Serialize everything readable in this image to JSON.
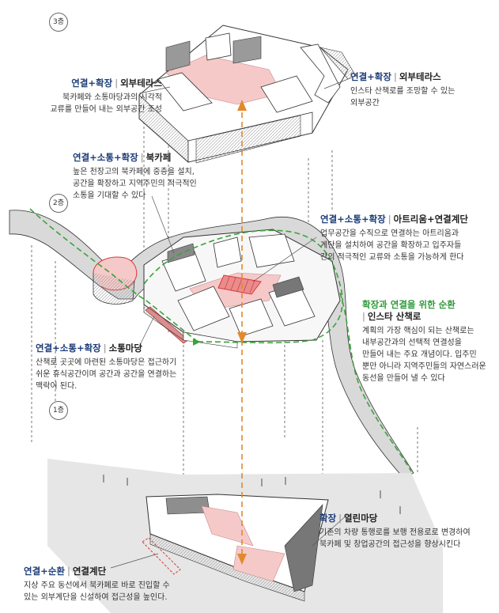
{
  "floors": {
    "f3": "3층",
    "f2": "2층",
    "f1": "1층"
  },
  "annotations": {
    "terrace_left": {
      "tag": "연결+확장",
      "sep": "|",
      "title": "외부테라스",
      "lines": [
        "북카페와 소통마당과의 시각적",
        "교류를 만들어 내는 외부공간 조성"
      ]
    },
    "terrace_right": {
      "tag": "연결+확장",
      "sep": "|",
      "title": "외부테라스",
      "lines": [
        "인스타 산책로를 조망할 수 있는",
        "외부공간"
      ]
    },
    "book_cafe": {
      "tag": "연결+소통+확장",
      "sep": "|",
      "title": "북카페",
      "lines": [
        "높은 천장고의 북카페에 중층을 설치,",
        "공간을 확장하고 지역주민의 적극적인",
        "소통을 기대할 수 있다"
      ]
    },
    "atrium": {
      "tag": "연결+소통+확장",
      "sep": "|",
      "title": "아트리움+연결계단",
      "lines": [
        "업무공간을 수직으로 연결하는 아트리움과",
        "계단을 설치하여 공간을 확장하고 입주자들",
        "간의 적극적인 교류와 소통을 가능하게 한다"
      ]
    },
    "insta_walk": {
      "tag": "확장과 연결을 위한 순환",
      "sep": "|",
      "title": "인스타 산책로",
      "lines": [
        "계획의 가장 핵심이 되는 산책로는",
        "내부공간과의 선택적 연결성을",
        "만들어 내는 주요 개념이다. 입주민",
        "뿐만 아니라 지역주민들의 자연스러운",
        "동선을 만들어 낼 수 있다"
      ]
    },
    "madang": {
      "tag": "연결+소통+확장",
      "sep": "|",
      "title": "소통마당",
      "lines": [
        "산책로 곳곳에 마련된 소통마당은 접근하기",
        "쉬운 휴식공간이며 공간과 공간을 연결하는",
        "맥락이 된다."
      ]
    },
    "open_madang": {
      "tag": "확장",
      "sep": "|",
      "title": "열린마당",
      "lines": [
        "기존의 차량 통행로를 보행 전용로로 변경하여",
        "북카페 및 창업공간의 접근성을 향상시킨다"
      ]
    },
    "stair": {
      "tag": "연결+순환",
      "sep": "|",
      "title": "연결계단",
      "lines": [
        "지상 주요 동선에서 북카페로 바로 진입할 수",
        "있는 외부계단을 신설하여 접근성을 높인다."
      ]
    }
  },
  "colors": {
    "tag_blue": "#1f3f7a",
    "tag_green": "#2e9a3a",
    "path_green": "#3aa33a",
    "axis_orange": "#e08a2c",
    "highlight_pink": "#f6c9c9",
    "highlight_red": "#d9383a"
  }
}
